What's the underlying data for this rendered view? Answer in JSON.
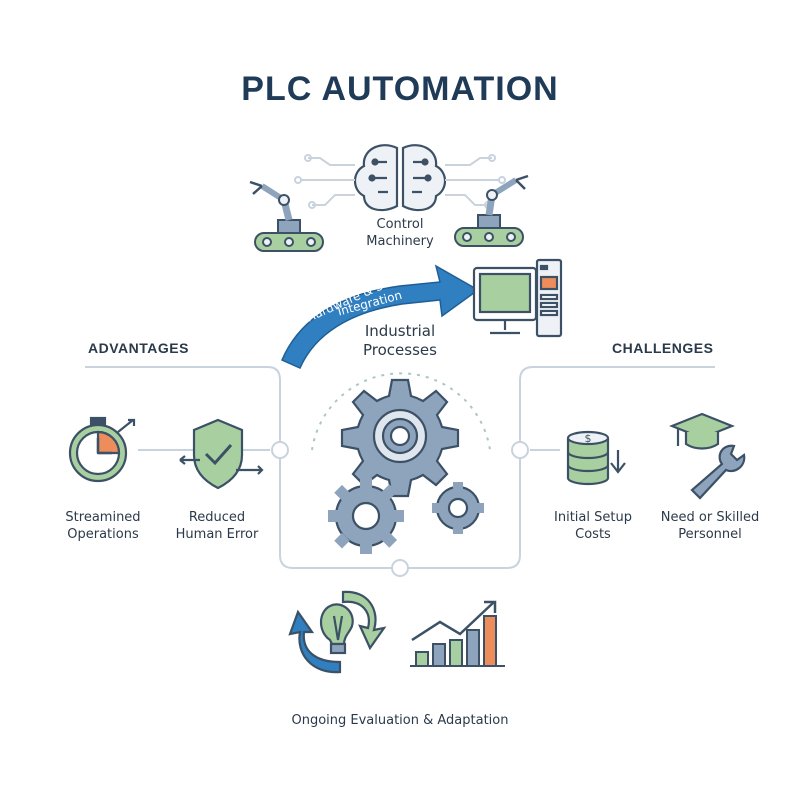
{
  "title": "PLC AUTOMATION",
  "control": {
    "label_line1": "Control",
    "label_line2": "Machinery"
  },
  "integration": {
    "line1": "Hardware & Software",
    "line2": "Integration"
  },
  "process": {
    "line1": "Industrial",
    "line2": "Processes"
  },
  "advantages": {
    "heading": "ADVANTAGES",
    "items": [
      {
        "line1": "Streamined",
        "line2": "Operations"
      },
      {
        "line1": "Reduced",
        "line2": "Human Error"
      }
    ]
  },
  "challenges": {
    "heading": "CHALLENGES",
    "items": [
      {
        "line1": "Initial Setup",
        "line2": "Costs"
      },
      {
        "line1": "Need or Skilled",
        "line2": "Personnel"
      }
    ]
  },
  "evaluation": {
    "label": "Ongoing Evaluation & Adaptation"
  },
  "colors": {
    "navy": "#1f3b57",
    "blue": "#2f7fc1",
    "green": "#a8cfa0",
    "steel": "#8ea4bd",
    "orange": "#ee8d5c"
  }
}
